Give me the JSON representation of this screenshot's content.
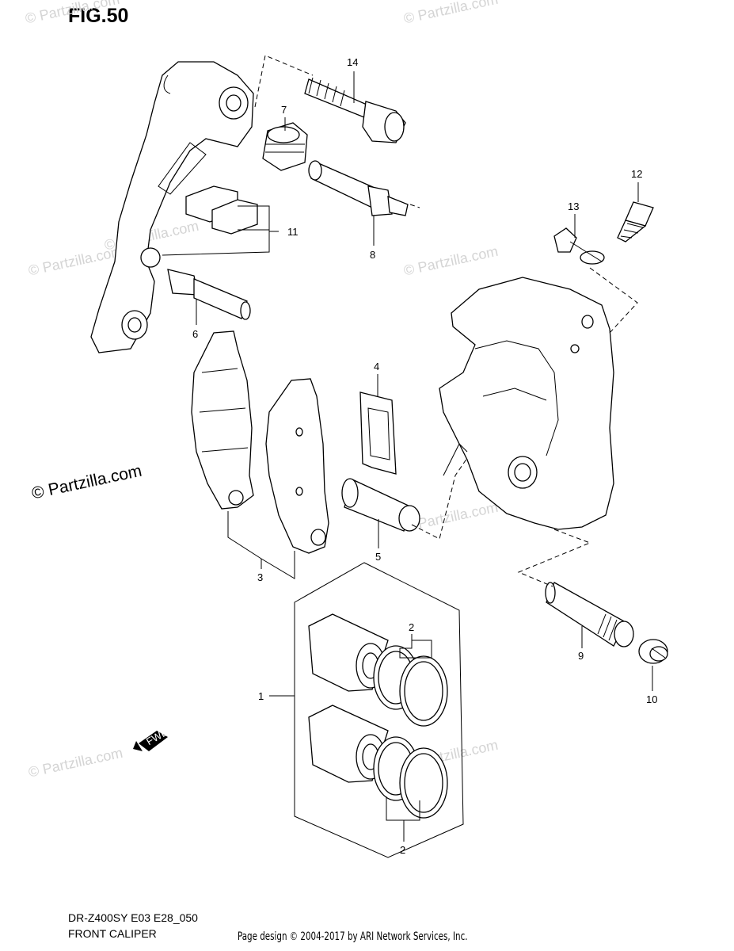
{
  "figure": {
    "title": "FIG.50"
  },
  "footer": {
    "model": "DR-Z400SY E03 E28_050",
    "caption": "FRONT CALIPER",
    "page_design": "Page design © 2004-2017 by ARI Network Services, Inc."
  },
  "watermarks": {
    "main": "© Partzilla.com",
    "faint": [
      "© Partzilla.com",
      "© Partzilla.com",
      "© Partzilla.com",
      "© Partzilla.com",
      "© Partzilla.com",
      "© Partzilla.com",
      "© Partzilla.com",
      "© Partzilla.com"
    ]
  },
  "fwd_badge": "FWD",
  "callouts": [
    {
      "label": "14"
    },
    {
      "label": "7"
    },
    {
      "label": "11"
    },
    {
      "label": "8"
    },
    {
      "label": "6"
    },
    {
      "label": "12"
    },
    {
      "label": "13"
    },
    {
      "label": "4"
    },
    {
      "label": "5"
    },
    {
      "label": "3"
    },
    {
      "label": "2"
    },
    {
      "label": "1"
    },
    {
      "label": "2"
    },
    {
      "label": "9"
    },
    {
      "label": "10"
    }
  ]
}
